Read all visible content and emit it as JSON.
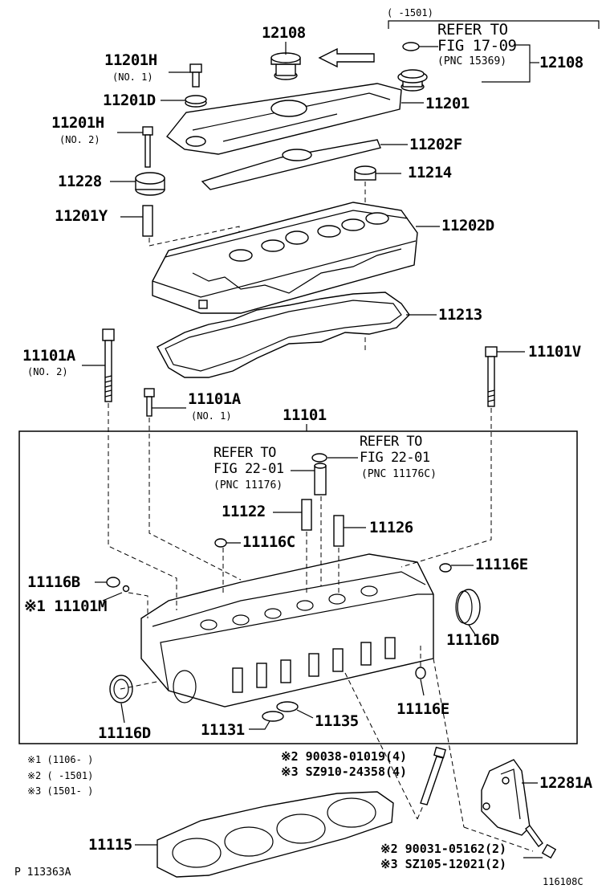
{
  "labels": {
    "p12108_top": "12108",
    "p12108_right": "12108",
    "range_1501": "(     -1501)",
    "refer_to_1": "REFER TO",
    "fig_17_09": "FIG 17-09",
    "pnc_15369": "(PNC 15369)",
    "p11201h_1": "11201H",
    "no1_a": "(NO. 1)",
    "p11201d": "11201D",
    "p11201": "11201",
    "p11201h_2": "11201H",
    "no2_a": "(NO. 2)",
    "p11202f": "11202F",
    "p11228": "11228",
    "p11214": "11214",
    "p11201y": "11201Y",
    "p11202d": "11202D",
    "p11213": "11213",
    "p11101a_2": "11101A",
    "no2_b": "(NO. 2)",
    "p11101v": "11101V",
    "p11101a_1": "11101A",
    "no1_b": "(NO. 1)",
    "p11101": "11101",
    "refer_to_2": "REFER TO",
    "fig_22_01_a": "FIG 22-01",
    "pnc_11176": "(PNC 11176)",
    "refer_to_3": "REFER TO",
    "fig_22_01_b": "FIG 22-01",
    "pnc_11176c": "(PNC 11176C)",
    "p11122": "11122",
    "p11126": "11126",
    "p11116c": "11116C",
    "p11116b": "11116B",
    "p11116e_1": "11116E",
    "p11101m": "※1 11101M",
    "p11116d_1": "11116D",
    "p11116d_2": "11116D",
    "p11116e_2": "11116E",
    "p11131": "11131",
    "p11135": "11135",
    "note1": "※1 (1106-     )",
    "note2": "※2 (     -1501)",
    "note3": "※3 (1501-     )",
    "bolt_a1": "※2 90038-01019(4)",
    "bolt_a2": "※3 SZ910-24358(4)",
    "p12281a": "12281A",
    "p11115": "11115",
    "bolt_b1": "※2 90031-05162(2)",
    "bolt_b2": "※3 SZ105-12021(2)",
    "fig_code": "P 113363A",
    "doc_code": "116108C"
  }
}
